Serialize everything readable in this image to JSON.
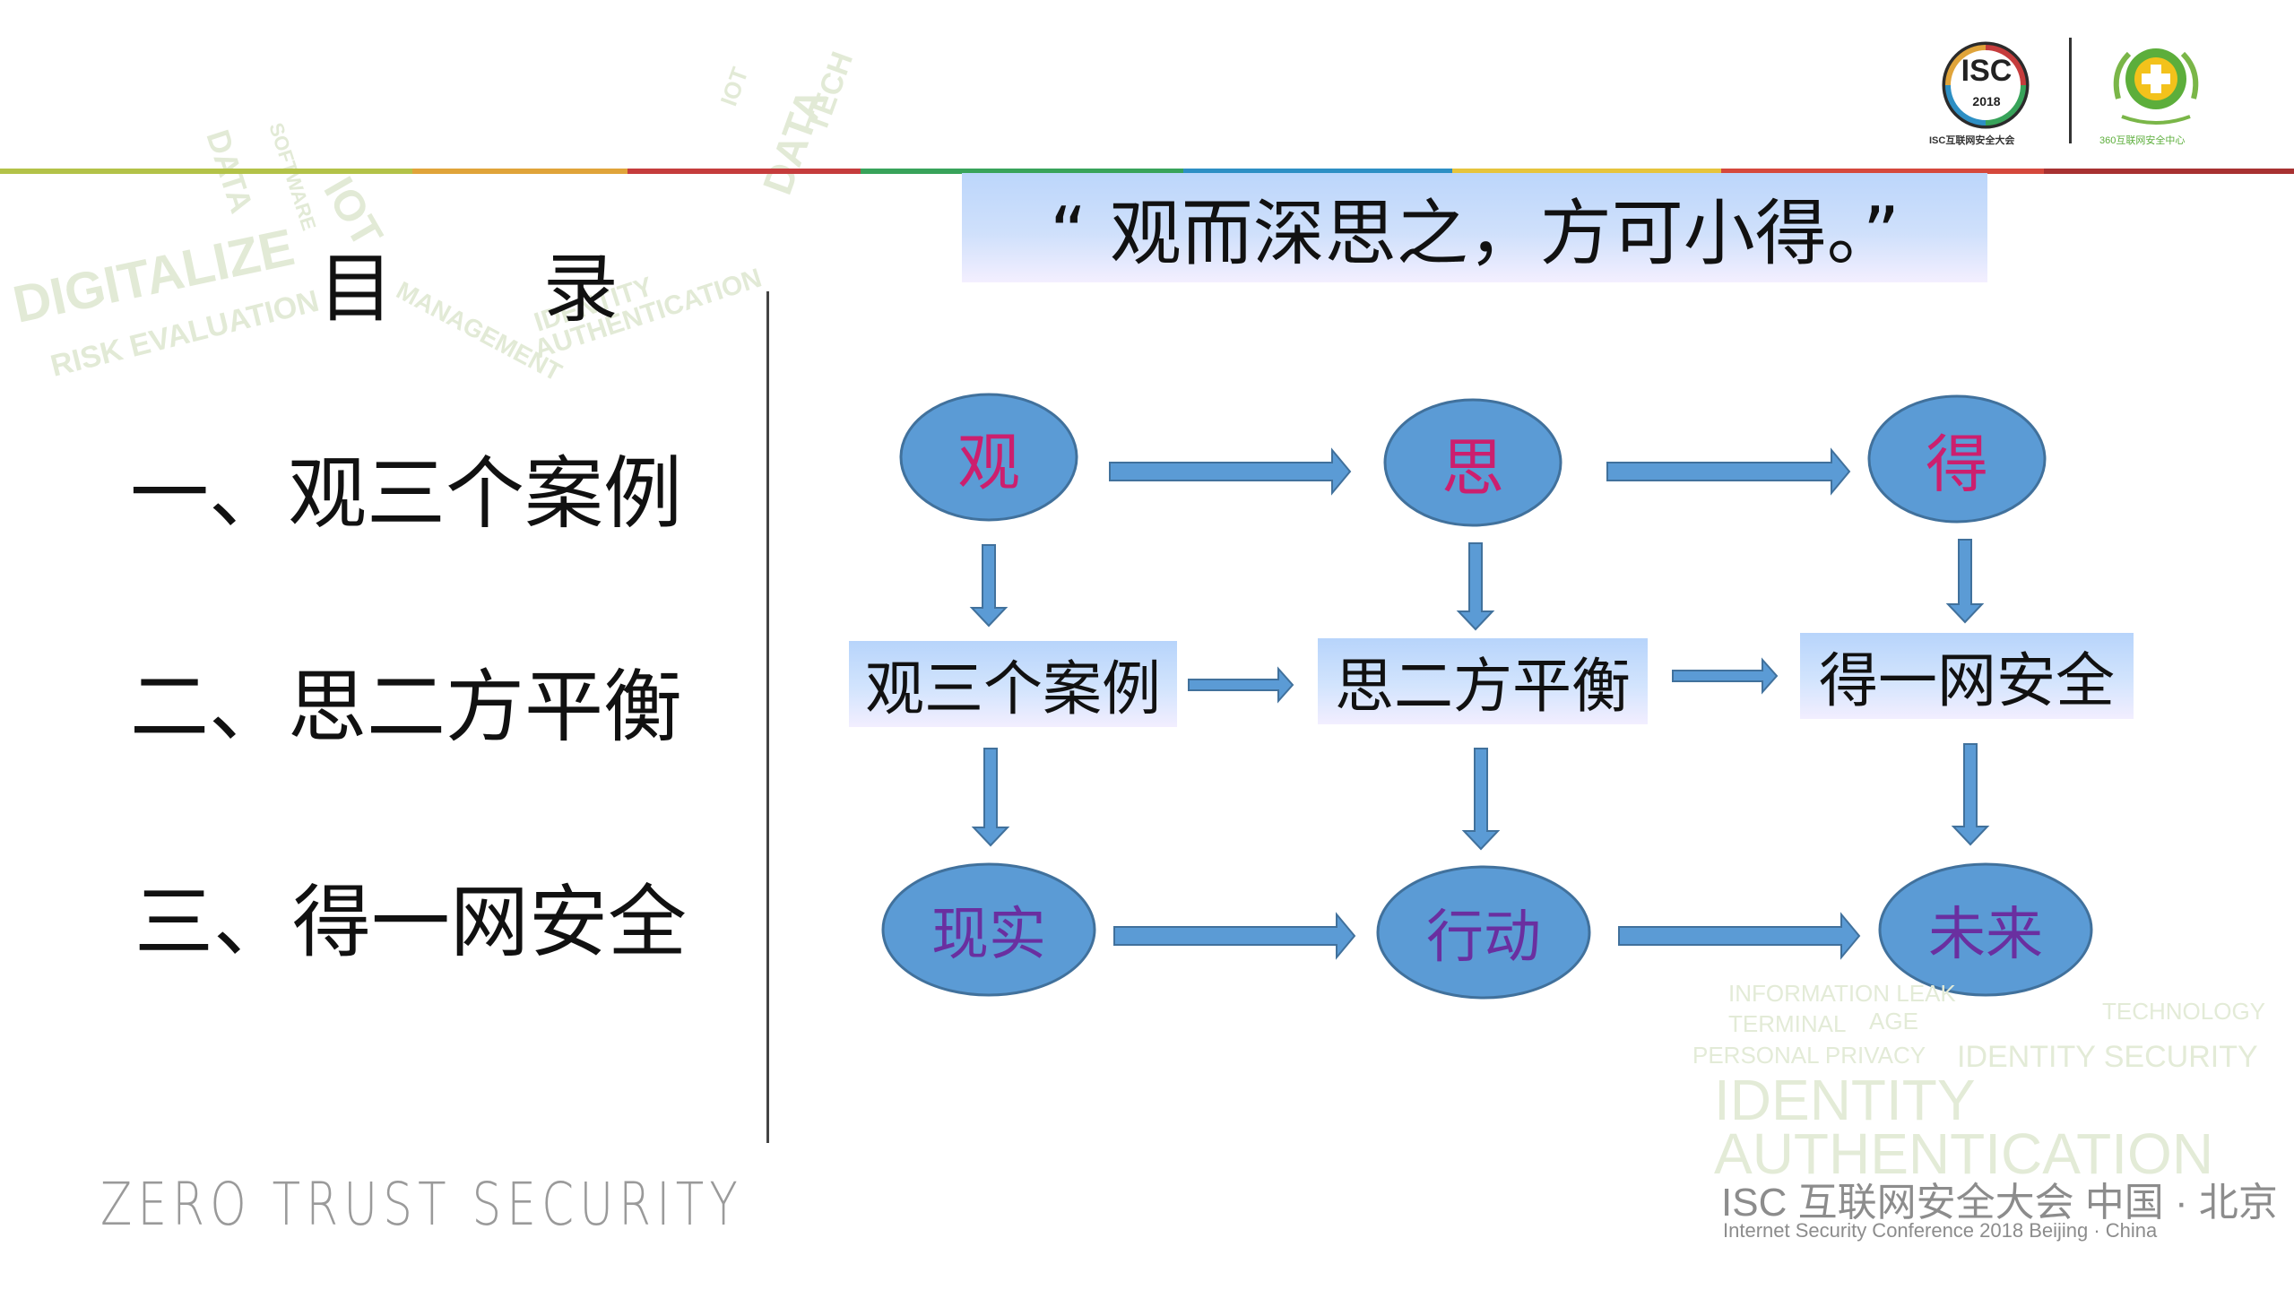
{
  "header": {
    "isc_logo_main": "ISC",
    "isc_logo_year": "2018",
    "isc_logo_caption": "ISC互联网安全大会",
    "logo_360_caption": "360互联网安全中心"
  },
  "toc": {
    "title": "目 录",
    "items": [
      "一、观三个案例",
      "二、思二方平衡",
      "三、得一网安全"
    ]
  },
  "quote": "“ 观而深思之，方可小得。”",
  "flow": {
    "top_nodes": [
      "观",
      "思",
      "得"
    ],
    "middle_boxes": [
      "观三个案例",
      "思二方平衡",
      "得一网安全"
    ],
    "bottom_nodes": [
      "现实",
      "行动",
      "未来"
    ]
  },
  "watermark_words": [
    "INFORMATION LEAK",
    "TERMINAL",
    "AGE",
    "TECHNOLOGY",
    "PERSONAL PRIVACY",
    "IDENTITY SECURITY",
    "IDENTITY",
    "AUTHENTICATION"
  ],
  "footer": {
    "left_slogan": "ZERO TRUST SECURITY",
    "conf_title": "ISC 互联网安全大会 中国 · 北京",
    "conf_sub": "Internet Security Conference 2018   Beijing · China"
  },
  "colors": {
    "node_fill": "#5b9bd5",
    "node_stroke": "#41719c",
    "arrow_fill": "#5b9bd5",
    "top_text": "#cc1f6e",
    "bottom_text": "#6a2fa0",
    "divider": "#444444"
  },
  "icons": [
    "isc-logo-icon",
    "360-logo-icon"
  ]
}
